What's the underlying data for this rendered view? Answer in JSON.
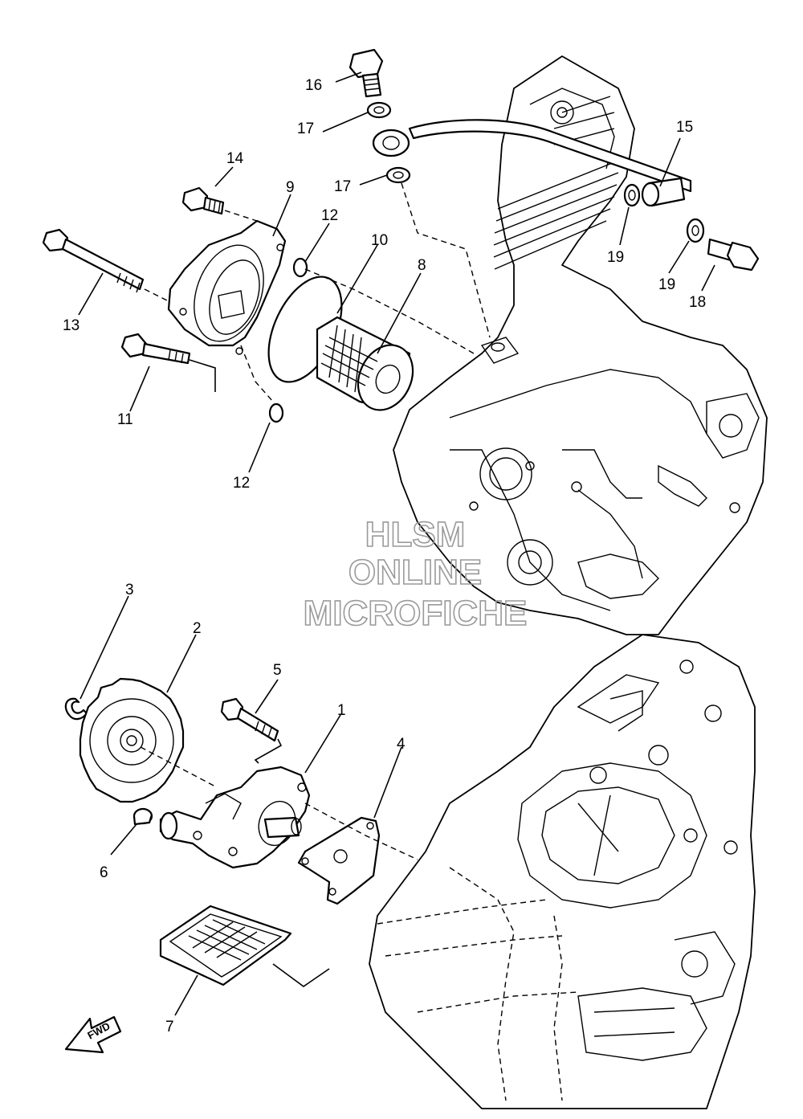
{
  "watermark": {
    "line1": "HLSM",
    "line2": "ONLINE",
    "line3": "MICROFICHE"
  },
  "arrow": {
    "label": "FWD"
  },
  "callouts": [
    {
      "id": "1",
      "text": "1"
    },
    {
      "id": "2",
      "text": "2"
    },
    {
      "id": "3",
      "text": "3"
    },
    {
      "id": "4",
      "text": "4"
    },
    {
      "id": "5",
      "text": "5"
    },
    {
      "id": "6",
      "text": "6"
    },
    {
      "id": "7",
      "text": "7"
    },
    {
      "id": "8",
      "text": "8"
    },
    {
      "id": "9",
      "text": "9"
    },
    {
      "id": "10",
      "text": "10"
    },
    {
      "id": "11",
      "text": "11"
    },
    {
      "id": "12a",
      "text": "12"
    },
    {
      "id": "12b",
      "text": "12"
    },
    {
      "id": "13",
      "text": "13"
    },
    {
      "id": "14",
      "text": "14"
    },
    {
      "id": "15",
      "text": "15"
    },
    {
      "id": "16",
      "text": "16"
    },
    {
      "id": "17a",
      "text": "17"
    },
    {
      "id": "17b",
      "text": "17"
    },
    {
      "id": "18",
      "text": "18"
    },
    {
      "id": "19a",
      "text": "19"
    },
    {
      "id": "19b",
      "text": "19"
    }
  ]
}
